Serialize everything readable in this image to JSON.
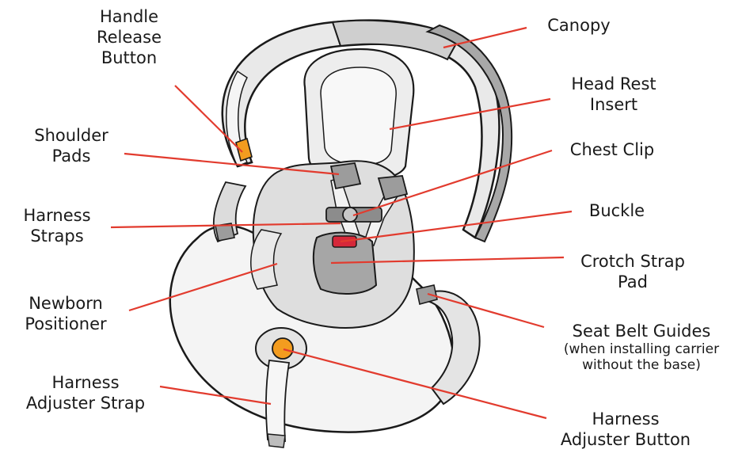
{
  "labels": {
    "handle_release_button": [
      "Handle",
      "Release",
      "Button"
    ],
    "shoulder_pads": [
      "Shoulder",
      "Pads"
    ],
    "harness_straps": [
      "Harness",
      "Straps"
    ],
    "newborn_positioner": [
      "Newborn",
      "Positioner"
    ],
    "harness_adjuster_strap": [
      "Harness",
      "Adjuster Strap"
    ],
    "canopy": [
      "Canopy"
    ],
    "head_rest_insert": [
      "Head Rest",
      "Insert"
    ],
    "chest_clip": [
      "Chest Clip"
    ],
    "buckle": [
      "Buckle"
    ],
    "crotch_strap_pad": [
      "Crotch Strap",
      "Pad"
    ],
    "seat_belt_guides": [
      "Seat Belt Guides"
    ],
    "seat_belt_guides_note": [
      "(when installing carrier",
      "without the base)"
    ],
    "harness_adjuster_button": [
      "Harness",
      "Adjuster Button"
    ]
  },
  "colors": {
    "leader": "#e23b2e",
    "accent_orange": "#f39c1f",
    "buckle_red": "#d6283a",
    "outline": "#1a1a1a",
    "fabric_light": "#ececec",
    "fabric_mid": "#d2d2d2",
    "fabric_dark": "#9e9e9e"
  }
}
